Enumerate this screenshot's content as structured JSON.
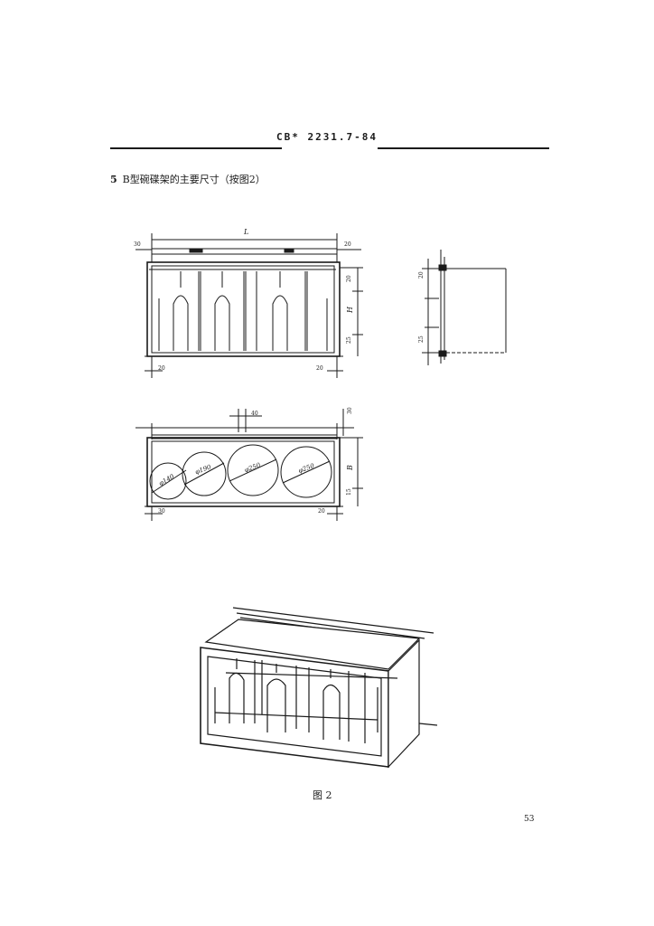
{
  "header": {
    "standard": "CB* 2231.7-84"
  },
  "section": {
    "number": "5",
    "title": "B型碗碟架的主要尺寸（按图2）"
  },
  "front_view": {
    "dims": {
      "L": "L",
      "H": "H",
      "left_top": "30",
      "right_top": "20",
      "right_upper": "20",
      "right_lower": "25",
      "left_bottom": "20",
      "right_bottom": "20"
    }
  },
  "side_view": {
    "dims": {
      "upper": "20",
      "lower": "25"
    }
  },
  "plan_view": {
    "dims": {
      "slot": "40",
      "right_top": "30",
      "B": "B",
      "right_lower": "15",
      "left_bottom": "30",
      "right_bottom": "20"
    },
    "circles": [
      "φ140",
      "φ190",
      "φ250",
      "φ250"
    ]
  },
  "figure": {
    "caption": "图 2"
  },
  "page_number": "53"
}
